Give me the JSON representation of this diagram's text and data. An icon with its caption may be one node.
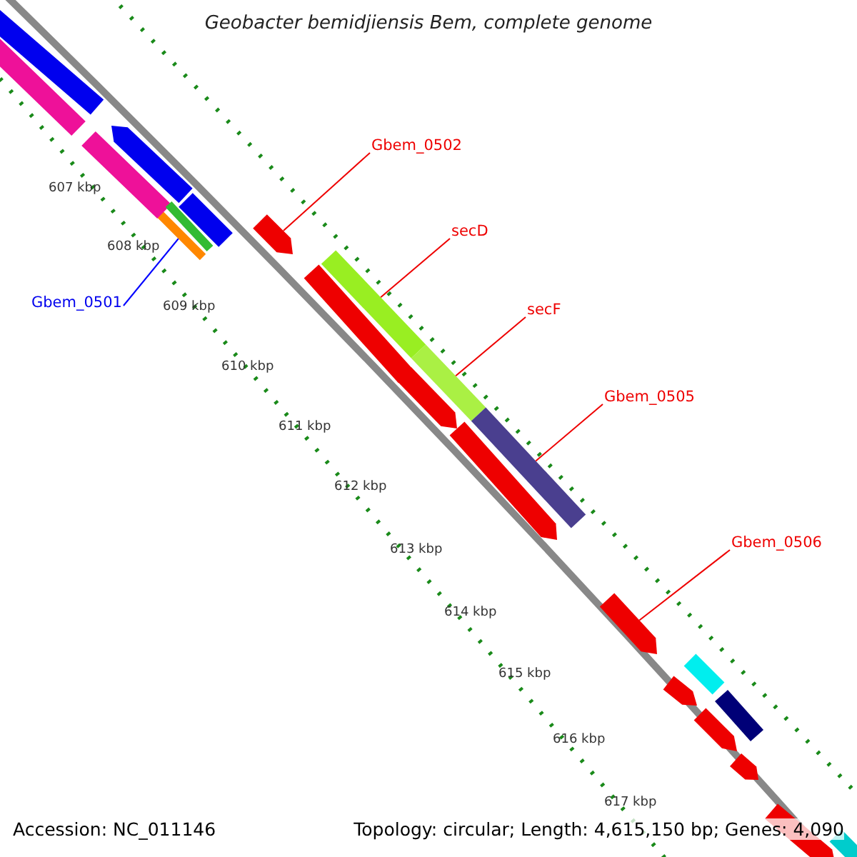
{
  "diagram": {
    "title": "Geobacter bemidjiensis Bem, complete genome",
    "nodes": [
      {
        "text": [
          "Gbem_0502"
        ]
      },
      {
        "text": [
          "secD"
        ]
      },
      {
        "text": [
          "secF"
        ]
      },
      {
        "text": [
          "Gbem_0501"
        ]
      },
      {
        "text": [
          "Gbem_0505"
        ]
      },
      {
        "text": [
          "Gbem_0506"
        ]
      },
      {
        "text": [],
        "shape": "bar"
      },
      {
        "text": [],
        "shape": "bar"
      },
      {
        "text": [],
        "shape": "bar"
      },
      {
        "text": [],
        "shape": "bar"
      },
      {
        "text": [],
        "shape": "bar"
      },
      {
        "text": [],
        "shape": "bar"
      },
      {
        "text": [],
        "shape": "bar"
      },
      {
        "text": [],
        "shape": "bar"
      },
      {
        "text": [],
        "shape": "bar"
      },
      {
        "text": [],
        "shape": "bar"
      },
      {
        "text": [],
        "shape": "bar"
      },
      {
        "text": [],
        "shape": "bar"
      },
      {
        "text": [],
        "shape": "bar"
      },
      {
        "text": [],
        "shape": "bar"
      },
      {
        "text": [],
        "shape": "bar"
      },
      {
        "text": [],
        "shape": "bar"
      },
      {
        "text": [],
        "shape": "bar"
      },
      {
        "text": [],
        "shape": "bar"
      },
      {
        "text": [],
        "shape": "bar"
      },
      {
        "text": [],
        "shape": "bar"
      },
      {
        "text": [],
        "shape": "bar"
      },
      {
        "text": [],
        "shape": "bar"
      }
    ],
    "edges": [
      {
        "from": 0,
        "to": 6,
        "arrow": "none"
      },
      {
        "from": 1,
        "to": 7,
        "arrow": "none"
      },
      {
        "from": 2,
        "to": 8,
        "arrow": "none"
      },
      {
        "from": 3,
        "to": 9,
        "arrow": "none",
        "color": "#0000ff"
      },
      {
        "from": 4,
        "to": 10,
        "arrow": "none"
      },
      {
        "from": 5,
        "to": 11,
        "arrow": "none"
      }
    ],
    "labels": [
      "607 kbp",
      "608 kbp",
      "609 kbp",
      "610 kbp",
      "611 kbp",
      "612 kbp",
      "613 kbp",
      "614 kbp",
      "615 kbp",
      "616 kbp",
      "617 kbp",
      "Accession: NC_011146",
      "Topology: circular; Length: 4,615,150 bp; Genes: 4,090"
    ]
  }
}
